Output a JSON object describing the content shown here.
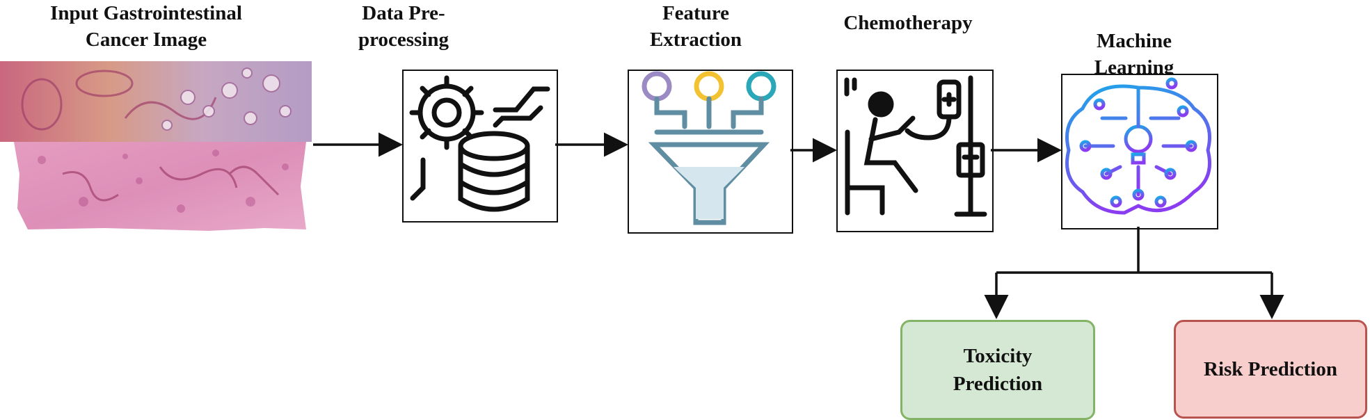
{
  "stages": [
    {
      "title": "Input Gastrointestinal\nCancer Image",
      "icon": "histology-image"
    },
    {
      "title": "Data Pre-\nprocessing",
      "icon": "gear-database-icon"
    },
    {
      "title": "Feature\nExtraction",
      "icon": "funnel-icon"
    },
    {
      "title": "Chemotherapy",
      "icon": "patient-iv-drip-icon"
    },
    {
      "title": "Machine\nLearning",
      "icon": "brain-circuit-icon"
    }
  ],
  "outputs": [
    {
      "label": "Toxicity\nPrediction",
      "fill": "#d5e8d4",
      "stroke": "#82b366"
    },
    {
      "label": "Risk Prediction",
      "fill": "#f8cecc",
      "stroke": "#b85450"
    }
  ],
  "colors": {
    "funnel": "#5f8da1",
    "funnel_fill": "#d6e6ee",
    "circle_purple": "#9b8ac4",
    "circle_yellow": "#f2c230",
    "circle_teal": "#2aa7b8"
  }
}
